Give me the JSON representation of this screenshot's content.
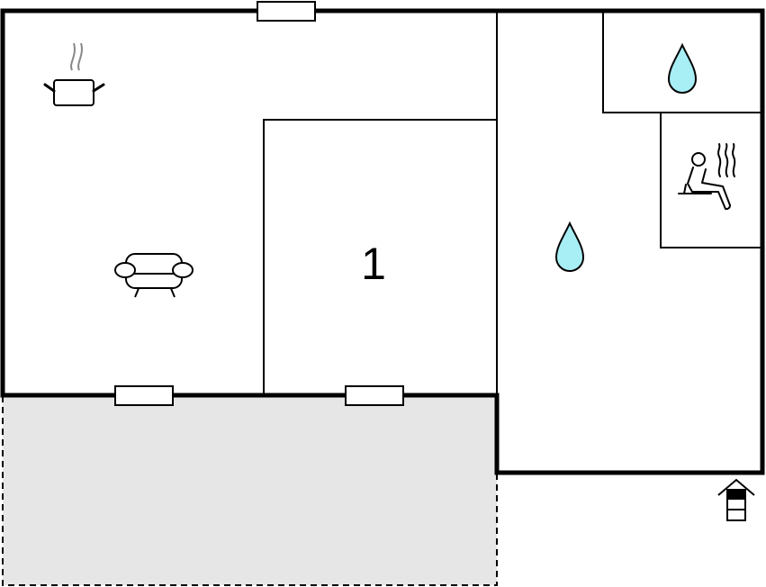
{
  "floor_plan": {
    "rooms": [
      {
        "id": "bedroom",
        "label": "1"
      }
    ],
    "icons": [
      {
        "name": "cooking-pot-icon",
        "meaning": "kitchen"
      },
      {
        "name": "sofa-icon",
        "meaning": "living room"
      },
      {
        "name": "water-drop-icon",
        "meaning": "bathroom"
      },
      {
        "name": "water-drop-icon",
        "meaning": "shower"
      },
      {
        "name": "sauna-icon",
        "meaning": "sauna"
      },
      {
        "name": "entrance-icon",
        "meaning": "entrance"
      }
    ],
    "colors": {
      "wall": "#000000",
      "terrace_fill": "#e6e6e6",
      "water": "#a8eef5"
    }
  }
}
